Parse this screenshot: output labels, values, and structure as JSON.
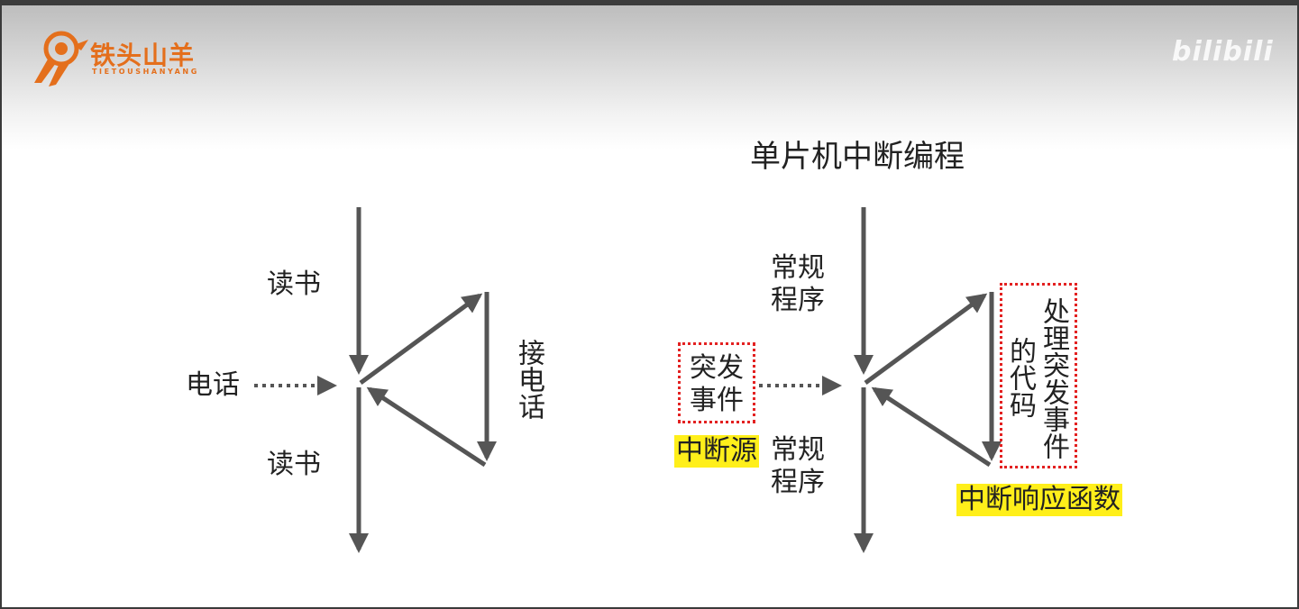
{
  "header": {
    "logo_text": "铁头山羊",
    "logo_subtext": "TIETOUSHANYANG",
    "watermark": "bilibili"
  },
  "title": "单片机中断编程",
  "left_diagram": {
    "read_top": "读书",
    "phone": "电话",
    "read_bottom": "读书",
    "answer_phone": "接电话"
  },
  "right_diagram": {
    "routine_top": "常规程序",
    "event": "突发事件",
    "interrupt_source": "中断源",
    "routine_bottom": "常规程序",
    "handler_col1": "处理突发事件",
    "handler_col2": "的代码",
    "handler_name": "中断响应函数"
  },
  "colors": {
    "arrow": "#555555",
    "highlight": "#ffef1a",
    "dotted_box": "#e32121",
    "logo": "#e46f1c"
  }
}
